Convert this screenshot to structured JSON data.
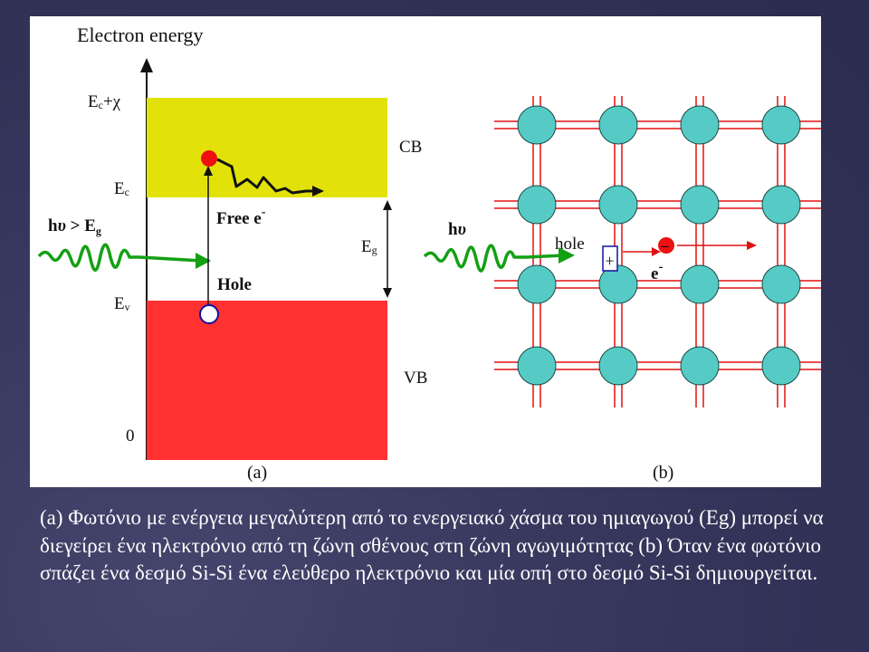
{
  "diagram": {
    "y_axis_label": "Electron energy",
    "levels": {
      "ec_chi": {
        "main": "E",
        "sub": "c",
        "tail": "+χ"
      },
      "ec": {
        "main": "E",
        "sub": "c"
      },
      "ev": {
        "main": "E",
        "sub": "v"
      },
      "zero": "0"
    },
    "photon_condition": {
      "pre": "h",
      "nu": "υ",
      "mid": " > E",
      "sub": "g"
    },
    "cb_label": "CB",
    "vb_label": "VB",
    "eg_label": {
      "main": "E",
      "sub": "g"
    },
    "free_electron_label": {
      "main": "Free e",
      "sup": "-"
    },
    "hole_label": "Hole",
    "photon_b": {
      "pre": "h",
      "nu": "υ"
    },
    "hole_b_label": "hole",
    "plus_sign": "+",
    "minus_sign": "–",
    "electron_b": {
      "main": "e",
      "sup": "-"
    },
    "panel_a_label": "(a)",
    "panel_b_label": "(b)",
    "colors": {
      "conduction_band": "#e2e20a",
      "valence_band": "#ff3131",
      "photon_wave": "#14a014",
      "atom": "#56cbc5",
      "bond": "#e01010",
      "electron": "#ee1111",
      "hole_text": "#1010a0"
    }
  },
  "caption": "(a) Φωτόνιο με ενέργεια μεγαλύτερη από το ενεργειακό χάσμα του ημιαγωγού (Eg) μπορεί να διεγείρει ένα ηλεκτρόνιο από τη ζώνη σθένους στη ζώνη αγωγιμότητας (b) Όταν ένα φωτόνιο σπάζει ένα δεσμό Si-Si ένα ελεύθερο ηλεκτρόνιο και μία οπή στο δεσμό Si-Si δημιουργείται."
}
